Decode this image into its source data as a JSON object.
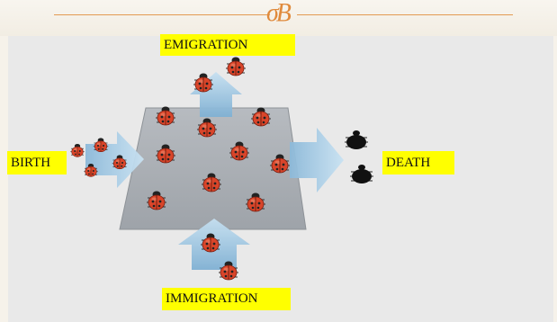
{
  "header": {
    "ornament": "σΒ"
  },
  "labels": {
    "emigration": "EMIGRATION",
    "birth": "BIRTH",
    "death": "DEATH",
    "immigration": "IMMIGRATION"
  },
  "icons": {
    "live_individual": "ladybug-icon",
    "dead_individual": "dead-ladybug-icon"
  },
  "colors": {
    "label_highlight": "#ffff00",
    "ladybug": "#d9452a",
    "arrow": "#9fc6e0",
    "habitat": "#a9aeb4",
    "dead": "#111111",
    "ornament": "#e08a3c"
  }
}
